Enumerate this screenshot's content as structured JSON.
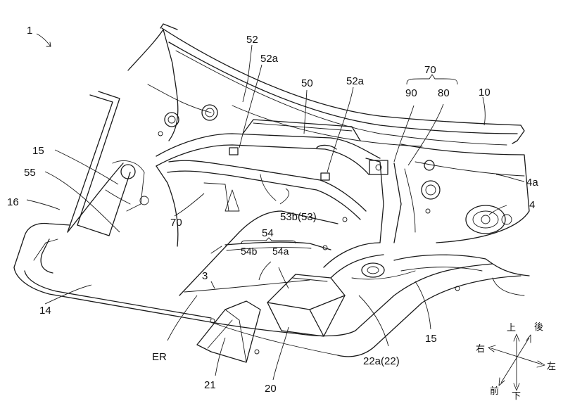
{
  "figure": {
    "number": "1",
    "labels": {
      "l52": "52",
      "l52a_left": "52a",
      "l52a_right": "52a",
      "l50": "50",
      "l70_top": "70",
      "l90": "90",
      "l80": "80",
      "l10": "10",
      "l15_left": "15",
      "l55": "55",
      "l16": "16",
      "l70_mid": "70",
      "l53b": "53b(53)",
      "l54": "54",
      "l54b": "54b",
      "l54a": "54a",
      "l3": "3",
      "l4a": "4a",
      "l4": "4",
      "l14": "14",
      "lER": "ER",
      "l15_right": "15",
      "l22a": "22a(22)",
      "l21": "21",
      "l20": "20"
    },
    "directions": {
      "up": "上",
      "rear": "後",
      "right": "右",
      "left": "左",
      "front": "前",
      "down": "下"
    }
  }
}
